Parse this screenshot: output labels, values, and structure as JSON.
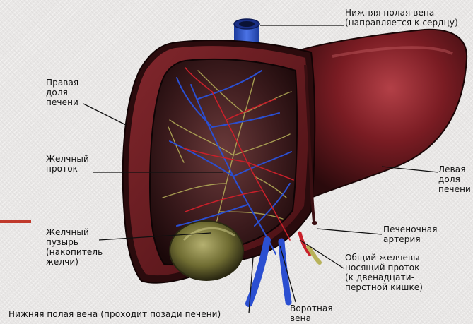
{
  "labels": {
    "ivc_top": "Нижняя полая вена\n(направляется к сердцу)",
    "right_lobe": "Правая\nдоля\nпечени",
    "bile_duct": "Желчный\nпроток",
    "left_lobe": "Левая\nдоля\nпечени",
    "gallbladder": "Желчный\nпузырь\n(накопитель\nжелчи)",
    "hepatic_artery": "Печеночная\nартерия",
    "common_bile_duct": "Общий желчевы-\nносящий проток\n(к двенадцати-\nперстной кишке)",
    "portal_vein": "Воротная\nвена",
    "ivc_bottom": "Нижняя полая вена (проходит позади печени)"
  },
  "colors": {
    "accent_bar": "#c0392b",
    "liver_dark": "#2a0b0d",
    "liver_body": "#6e1a1f",
    "liver_highlight": "#a8383e",
    "vein": "#2b4fd1",
    "artery": "#c8202a",
    "bile_duct": "#b8b25a",
    "gallbladder": "#8a8a3a"
  }
}
